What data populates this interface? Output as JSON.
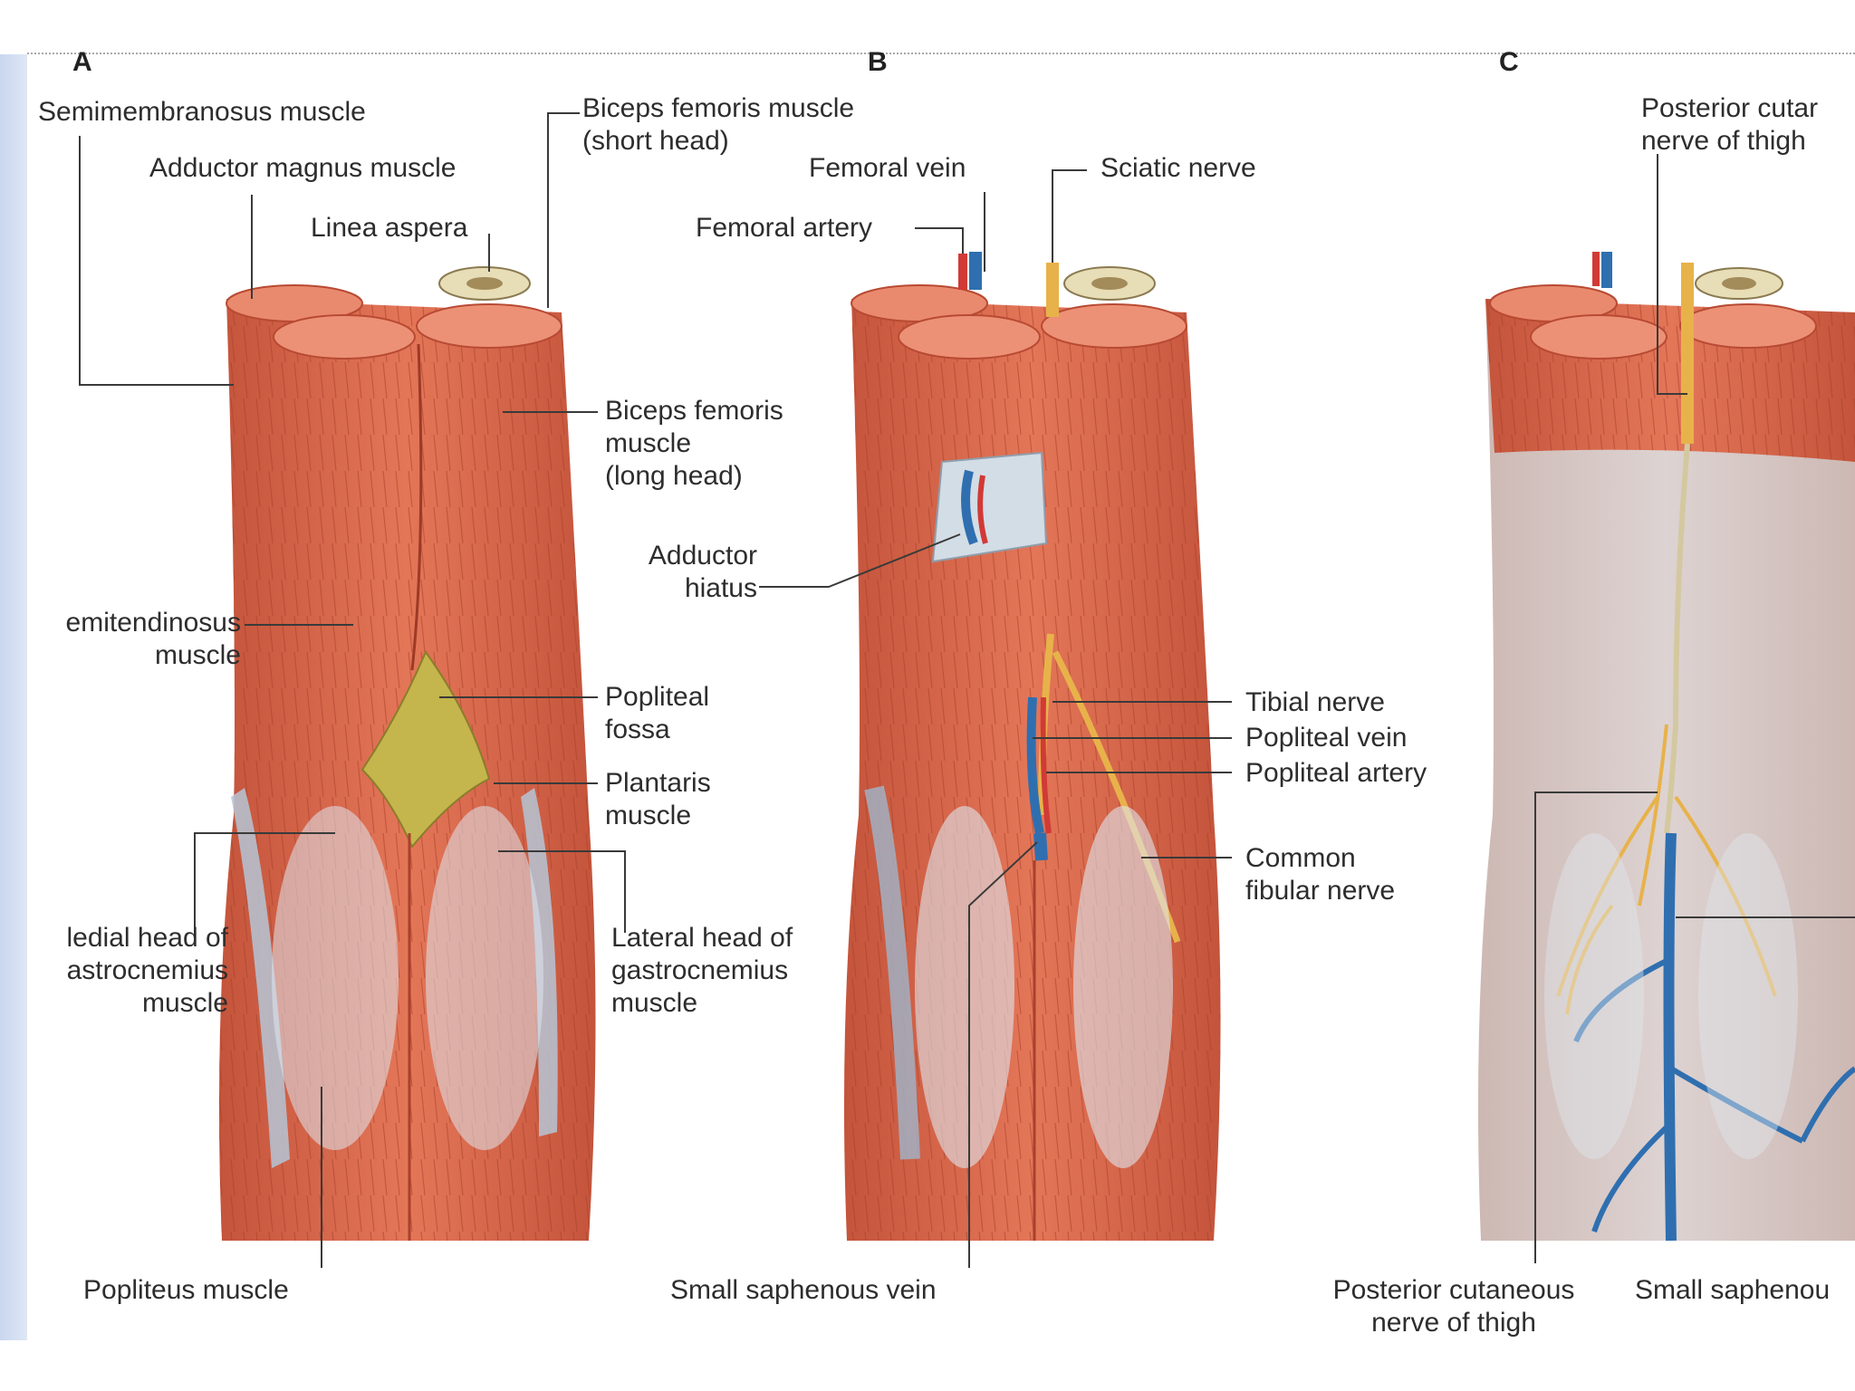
{
  "panels": [
    "A",
    "B",
    "C"
  ],
  "labels": {
    "a_semimembranosus": "Semimembranosus muscle",
    "a_adductor_magnus": "Adductor magnus muscle",
    "a_linea_aspera": "Linea aspera",
    "a_biceps_short": [
      "Biceps femoris muscle",
      "(short head)"
    ],
    "a_biceps_long": [
      "Biceps femoris",
      "muscle",
      "(long head)"
    ],
    "a_semitendinosus": [
      "emitendinosus",
      "muscle"
    ],
    "a_popliteal_fossa": [
      "Popliteal",
      "fossa"
    ],
    "a_plantaris": [
      "Plantaris",
      "muscle"
    ],
    "a_medial_gastrocnemius": [
      "ledial head of",
      "astrocnemius",
      "muscle"
    ],
    "a_lateral_gastrocnemius": [
      "Lateral head of",
      "gastrocnemius",
      "muscle"
    ],
    "a_popliteus": "Popliteus muscle",
    "b_femoral_vein": "Femoral vein",
    "b_sciatic_nerve": "Sciatic nerve",
    "b_femoral_artery": "Femoral artery",
    "b_adductor_hiatus": [
      "Adductor",
      "hiatus"
    ],
    "b_tibial_nerve": "Tibial nerve",
    "b_popliteal_vein": "Popliteal vein",
    "b_popliteal_artery": "Popliteal artery",
    "b_common_fibular": [
      "Common",
      "fibular nerve"
    ],
    "b_small_saphenous": "Small saphenous vein",
    "c_posterior_cutaneous_top": [
      "Posterior cutar",
      "nerve of thigh"
    ],
    "c_posterior_cutaneous_bottom": [
      "Posterior cutaneous",
      "nerve of thigh"
    ],
    "c_small_saphenous": "Small saphenou"
  },
  "colors": {
    "muscle": "#d9664a",
    "muscle_dark": "#b84a33",
    "muscle_light": "#f08a6c",
    "tendon": "#c3d0dc",
    "fat": "#c8b54a",
    "vein": "#2f6fb0",
    "artery": "#d13a36",
    "nerve": "#e8b24a",
    "skin": "#d6c7c3"
  }
}
